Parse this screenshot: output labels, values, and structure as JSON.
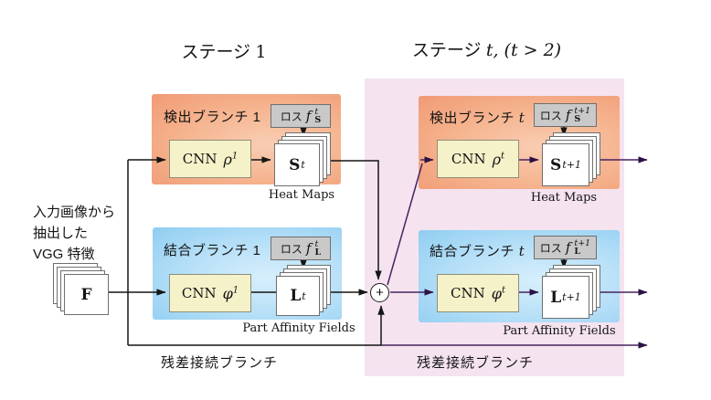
{
  "titles": {
    "stage1": {
      "prefix": "ステージ",
      "math": "1"
    },
    "staget": {
      "prefix": "ステージ",
      "math": "t, (t > 2)"
    }
  },
  "input": {
    "line1": "入力画像から",
    "line2": "抽出した",
    "line3": "VGG 特徴",
    "label": "F"
  },
  "sum_symbol": "+",
  "stage1": {
    "detection": {
      "title": "検出ブランチ 1",
      "loss_word": "ロス",
      "loss_f": "f",
      "loss_sup": "t",
      "loss_sub": "S",
      "cnn_word": "CNN",
      "cnn_sym": "ρ",
      "cnn_sup": "1",
      "map": "S",
      "map_sup": "t",
      "caption": "Heat Maps"
    },
    "joint": {
      "title": "結合ブランチ 1",
      "loss_word": "ロス",
      "loss_f": "f",
      "loss_sup": "t",
      "loss_sub": "L",
      "cnn_word": "CNN",
      "cnn_sym": "φ",
      "cnn_sup": "1",
      "map": "L",
      "map_sup": "t",
      "caption": "Part Affinity Fields"
    },
    "residual": "残差接続ブランチ"
  },
  "staget": {
    "detection": {
      "title": "検出ブランチ",
      "title_math": "t",
      "loss_word": "ロス",
      "loss_f": "f",
      "loss_sup": "t+1",
      "loss_sub": "S",
      "cnn_word": "CNN",
      "cnn_sym": "ρ",
      "cnn_sup": "t",
      "map": "S",
      "map_sup": "t+1",
      "caption": "Heat Maps"
    },
    "joint": {
      "title": "結合ブランチ",
      "title_math": "t",
      "loss_word": "ロス",
      "loss_f": "f",
      "loss_sup": "t+1",
      "loss_sub": "L",
      "cnn_word": "CNN",
      "cnn_sym": "φ",
      "cnn_sup": "t",
      "map": "L",
      "map_sup": "t+1",
      "caption": "Part Affinity Fields"
    },
    "residual": "残差接続ブランチ"
  },
  "colors": {
    "pink_region": "#f5e3f0",
    "detection_branch": "#f2a57f",
    "joint_branch": "#9fd4f3",
    "cnn_box": "#f5f1c9",
    "loss_box": "#c9c9c9",
    "wire_black": "#151515",
    "wire_purple": "#46245f"
  }
}
